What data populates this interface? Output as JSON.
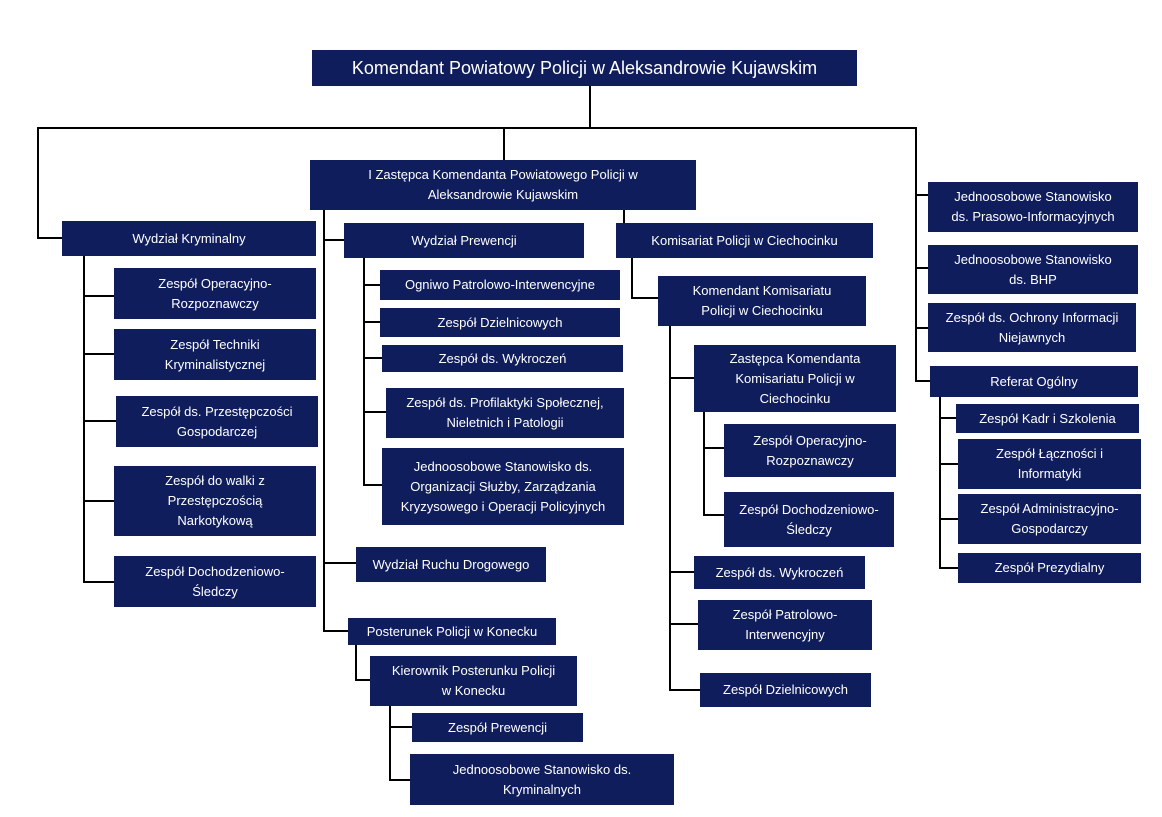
{
  "org": {
    "head": "Komendant Powiatowy Policji w Aleksandrowie Kujawskim",
    "deputy": "I Zastępca Komendanta Powiatowego Policji w\nAleksandrowie Kujawskim",
    "kryminalny": {
      "title": "Wydział Kryminalny",
      "items": [
        "Zespół Operacyjno-\nRozpoznawczy",
        "Zespół Techniki\nKryminalistycznej",
        "Zespół ds. Przestępczości\nGospodarczej",
        "Zespół do walki z\nPrzestępczością\nNarkotykową",
        "Zespół Dochodzeniowo-\nŚledczy"
      ]
    },
    "prewencja": {
      "title": "Wydział Prewencji",
      "items": [
        "Ogniwo Patrolowo-Interwencyjne",
        "Zespół Dzielnicowych",
        "Zespół ds. Wykroczeń",
        "Zespół ds. Profilaktyki Społecznej,\nNieletnich i Patologii",
        "Jednoosobowe Stanowisko ds.\nOrganizacji Służby, Zarządzania\nKryzysowego i Operacji Policyjnych"
      ]
    },
    "ruch": "Wydział Ruchu Drogowego",
    "konecko": {
      "title": "Posterunek Policji w Konecku",
      "head": "Kierownik Posterunku Policji\nw Konecku",
      "items": [
        "Zespół Prewencji",
        "Jednoosobowe Stanowisko ds.\nKryminalnych"
      ]
    },
    "ciechocinek": {
      "title": "Komisariat Policji w Ciechocinku",
      "head": "Komendant Komisariatu\nPolicji w Ciechocinku",
      "deputy": "Zastępca Komendanta\nKomisariatu Policji w\nCiechocinku",
      "deputy_items": [
        "Zespół Operacyjno-\nRozpoznawczy",
        "Zespół Dochodzeniowo-\nŚledczy"
      ],
      "items": [
        "Zespół ds. Wykroczeń",
        "Zespół Patrolowo-\nInterwencyjny",
        "Zespół Dzielnicowych"
      ]
    },
    "right": {
      "items": [
        "Jednoosobowe Stanowisko\nds. Prasowo-Informacyjnych",
        "Jednoosobowe Stanowisko\nds. BHP",
        "Zespół ds. Ochrony Informacji\nNiejawnych"
      ],
      "referat": "Referat Ogólny",
      "referat_items": [
        "Zespół Kadr i Szkolenia",
        "Zespół Łączności i\nInformatyki",
        "Zespół Administracyjno-\nGospodarczy",
        "Zespół Prezydialny"
      ]
    }
  },
  "colors": {
    "box": "#0f1d5c",
    "text": "#ffffff",
    "line": "#000000"
  }
}
